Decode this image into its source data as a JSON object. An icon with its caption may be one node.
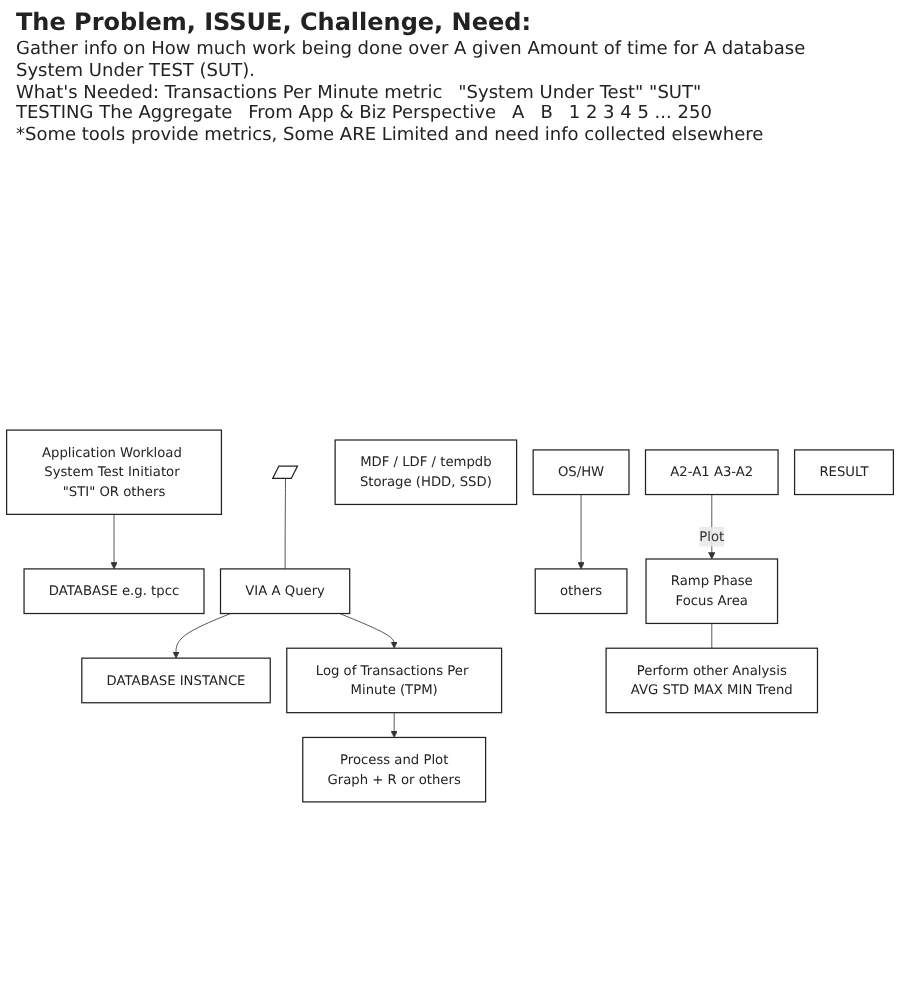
{
  "diagram": {
    "title": "The Problem, ISSUE, Challenge, Need:",
    "nodes": [
      {
        "text": [
          "DATABASE e.g. tpcc"
        ]
      },
      {
        "text": [
          "DATABASE INSTANCE"
        ]
      },
      {
        "text": [],
        "shape": "box"
      },
      {
        "text": [
          "VIA A Query"
        ]
      },
      {
        "text": [
          "OS/HW"
        ]
      },
      {
        "text": [
          "MDF / LDF / tempdb",
          "Storage (HDD, SSD)"
        ]
      },
      {
        "text": [
          "others"
        ]
      },
      {
        "text": [
          "Log of Transactions Per Minute (TPM)"
        ]
      },
      {
        "text": [
          "Process and Plot",
          "Graph + R or others"
        ]
      },
      {
        "text": [
          "Application Workload System Test Initiator \"STI\" OR others"
        ]
      },
      {
        "text": [
          "A2-A1 A3-A2"
        ]
      },
      {
        "text": [
          "Ramp Phase",
          "Focus Area"
        ]
      },
      {
        "text": [
          "Perform other Analysis",
          "AVG STD MAX MIN Trend"
        ]
      },
      {
        "text": [
          "RESULT"
        ]
      }
    ],
    "edges": [
      {
        "from": 2,
        "to": 3,
        "arrow": "none"
      },
      {
        "from": 3,
        "to": 1,
        "arrow": "to"
      },
      {
        "from": 9,
        "to": 0,
        "arrow": "to"
      },
      {
        "from": 3,
        "to": 7,
        "arrow": "to"
      },
      {
        "from": 4,
        "to": 6,
        "arrow": "to"
      },
      {
        "from": 7,
        "to": 8,
        "arrow": "to"
      },
      {
        "from": 10,
        "to": 11,
        "label": "Plot",
        "arrow": "to"
      },
      {
        "from": 11,
        "to": 12,
        "arrow": "none"
      }
    ],
    "labels": [
      "Gather info on How much work being done over A given Amount of time for A database System Under TEST (SUT).",
      "What's Needed: Transactions Per Minute metric",
      "\"System Under Test\" \"SUT\"",
      "TESTING The Aggregate",
      "From App & Biz Perspective",
      "A",
      "B",
      "1 2 3 4 5 ... 250",
      "*Some tools provide metrics, Some ARE Limited and need info collected elsewhere"
    ]
  }
}
